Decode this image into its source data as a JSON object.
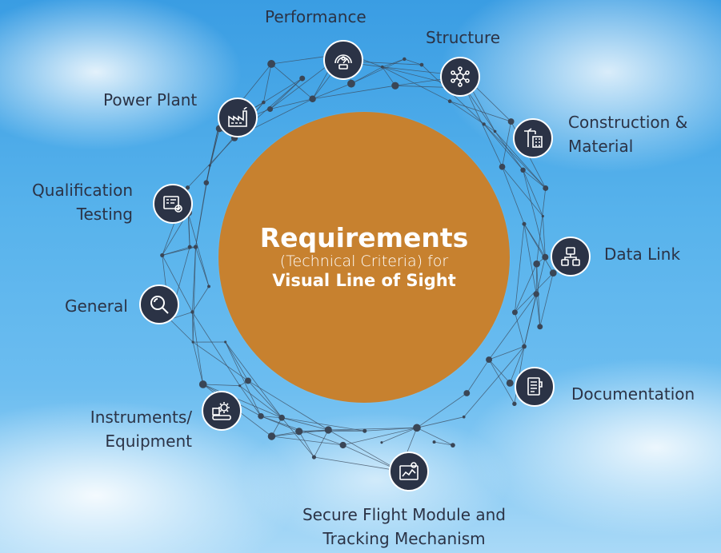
{
  "center": {
    "title": "Requirements",
    "subtitle": "(Technical Criteria) for",
    "footer": "Visual Line of Sight"
  },
  "items": [
    {
      "label": "Performance",
      "icon": "gauge-icon"
    },
    {
      "label": "Structure",
      "icon": "network-structure-icon"
    },
    {
      "label_line1": "Construction &",
      "label_line2": "Material",
      "icon": "crane-building-icon"
    },
    {
      "label": "Data Link",
      "icon": "data-link-icon"
    },
    {
      "label": "Documentation",
      "icon": "document-icon"
    },
    {
      "label_line1": "Secure Flight Module and",
      "label_line2": "Tracking Mechanism",
      "icon": "flight-tracking-icon"
    },
    {
      "label_line1": "Instruments/",
      "label_line2": "Equipment",
      "icon": "gear-equipment-icon"
    },
    {
      "label": "General",
      "icon": "magnifier-icon"
    },
    {
      "label_line1": "Qualification",
      "label_line2": "Testing",
      "icon": "checklist-icon"
    },
    {
      "label": "Power Plant",
      "icon": "factory-icon"
    }
  ],
  "colors": {
    "center_fill": "#c7812f",
    "icon_fill": "#2b3346",
    "label_text": "#2b3346",
    "network_lines": "#3b4a5c"
  }
}
